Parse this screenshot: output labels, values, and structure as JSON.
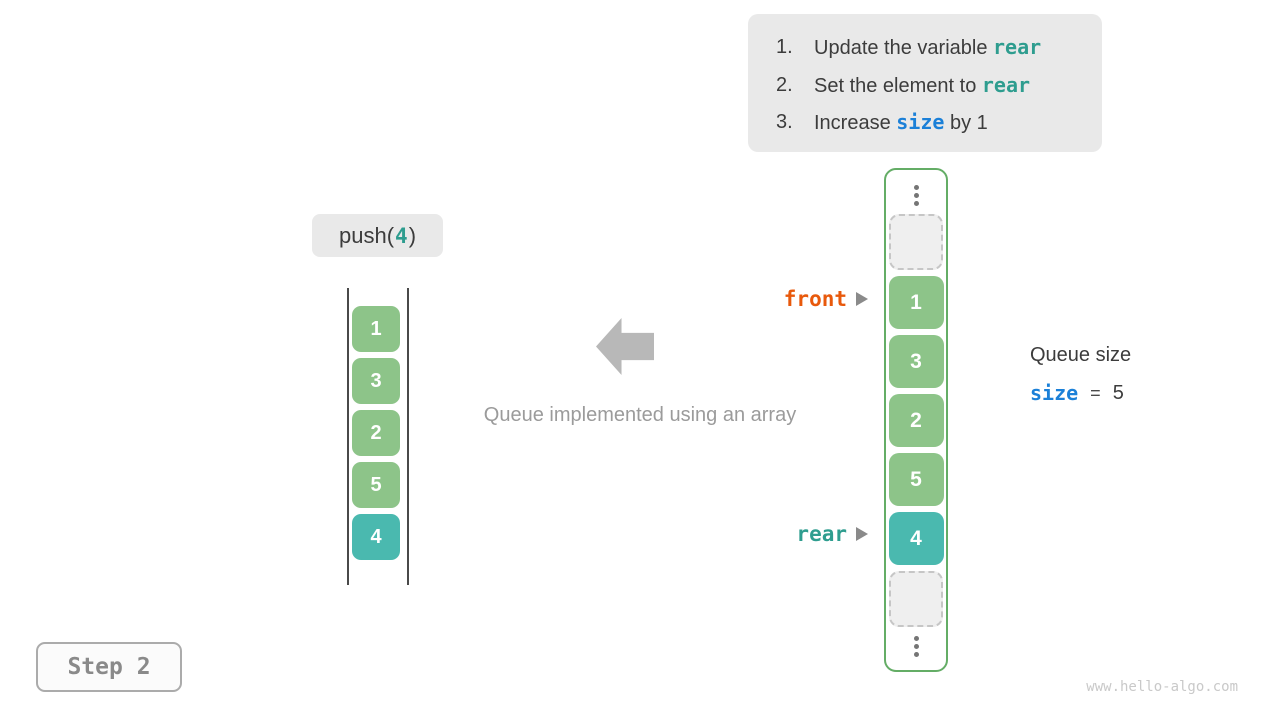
{
  "colors": {
    "panel_bg": "#e9e9e9",
    "teal_code": "#2e9d8f",
    "blue_code": "#1b80d8",
    "orange_code": "#e8590c",
    "green_cell": "#8dc489",
    "teal_cell": "#4ab9af",
    "array_border": "#64ad66",
    "gray_caption": "#9b9b9b",
    "arrow_gray": "#b8b8b8"
  },
  "steps_panel": {
    "items": [
      {
        "num": "1.",
        "pre": "Update the variable ",
        "code": "rear",
        "code_style": "teal",
        "post": ""
      },
      {
        "num": "2.",
        "pre": "Set the element to ",
        "code": "rear",
        "code_style": "teal",
        "post": ""
      },
      {
        "num": "3.",
        "pre": "Increase ",
        "code": "size",
        "code_style": "blue",
        "post": " by 1"
      }
    ]
  },
  "push_label": {
    "fn": "push(",
    "arg": "4",
    "close": ")"
  },
  "left_queue": {
    "cells": [
      {
        "value": "1",
        "variant": "green"
      },
      {
        "value": "3",
        "variant": "green"
      },
      {
        "value": "2",
        "variant": "green"
      },
      {
        "value": "5",
        "variant": "green"
      },
      {
        "value": "4",
        "variant": "teal"
      }
    ]
  },
  "caption": "Queue implemented using an array",
  "array": {
    "cells": [
      {
        "value": "1",
        "variant": "green"
      },
      {
        "value": "3",
        "variant": "green"
      },
      {
        "value": "2",
        "variant": "green"
      },
      {
        "value": "5",
        "variant": "green"
      },
      {
        "value": "4",
        "variant": "teal"
      }
    ]
  },
  "pointers": {
    "front": {
      "label": "front"
    },
    "rear": {
      "label": "rear"
    }
  },
  "queue_size": {
    "title": "Queue size",
    "var": "size",
    "equals": "=",
    "value": "5"
  },
  "step_badge": "Step 2",
  "watermark": "www.hello-algo.com"
}
